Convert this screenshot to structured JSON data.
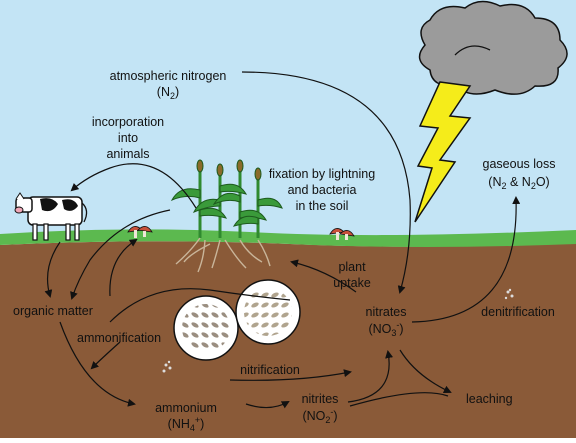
{
  "labels": {
    "atmospheric_nitrogen": {
      "line1": "atmospheric nitrogen",
      "line2": "(N",
      "sub": "2",
      "line2_end": ")"
    },
    "incorporation": {
      "line1": "incorporation",
      "line2": "into",
      "line3": "animals"
    },
    "fixation": {
      "line1": "fixation by lightning",
      "line2": "and bacteria",
      "line3": "in the soil"
    },
    "gaseous_loss": {
      "line1": "gaseous loss",
      "line2a": "(N",
      "sub1": "2",
      "line2b": " & N",
      "sub2": "2",
      "line2c": "O)"
    },
    "plant_uptake": {
      "line1": "plant",
      "line2": "uptake"
    },
    "organic_matter": "organic matter",
    "ammonification": "ammonification",
    "nitrates": {
      "line1": "nitrates",
      "line2a": "(NO",
      "sub": "3",
      "sup": "-",
      "line2b": ")"
    },
    "denitrification": "denitrification",
    "nitrification": "nitrification",
    "ammonium": {
      "line1": "ammonium",
      "line2a": "(NH",
      "sub": "4",
      "sup": "+",
      "line2b": ")"
    },
    "nitrites": {
      "line1": "nitrites",
      "line2a": "(NO",
      "sub": "2",
      "sup": "-",
      "line2b": ")"
    },
    "leaching": "leaching"
  },
  "colors": {
    "sky": "#c3e4f5",
    "grass": "#5cb94f",
    "soil": "#8a5a38",
    "cloud": "#9b9b9b",
    "lightning": "#f5ec1a",
    "plant": "#2f8a2f",
    "mushroom": "#c8503a"
  }
}
